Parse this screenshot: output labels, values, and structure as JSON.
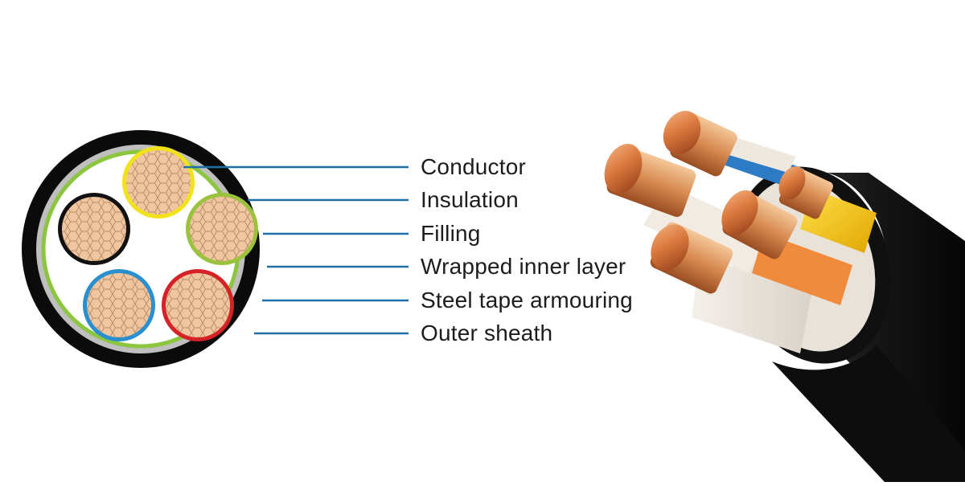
{
  "labels": {
    "conductor": "Conductor",
    "insulation": "Insulation",
    "filling": "Filling",
    "wrapped_inner_layer": "Wrapped inner layer",
    "steel_tape_armouring": "Steel tape armouring",
    "outer_sheath": "Outer sheath"
  },
  "colors": {
    "leader_line": "#1f6fa6",
    "outer_sheath": "#0b0b0b",
    "armour_tape": "#bfbfbf",
    "inner_wrap": "#8cc63f",
    "copper": "#f0c6a0",
    "core_yellow": "#f2e21a",
    "core_black": "#111111",
    "core_green": "#9ac23c",
    "core_blue": "#2a8fcf",
    "core_red": "#d42226"
  },
  "cores": [
    {
      "color_key": "core_yellow"
    },
    {
      "color_key": "core_black"
    },
    {
      "color_key": "core_green"
    },
    {
      "color_key": "core_blue"
    },
    {
      "color_key": "core_red"
    }
  ]
}
